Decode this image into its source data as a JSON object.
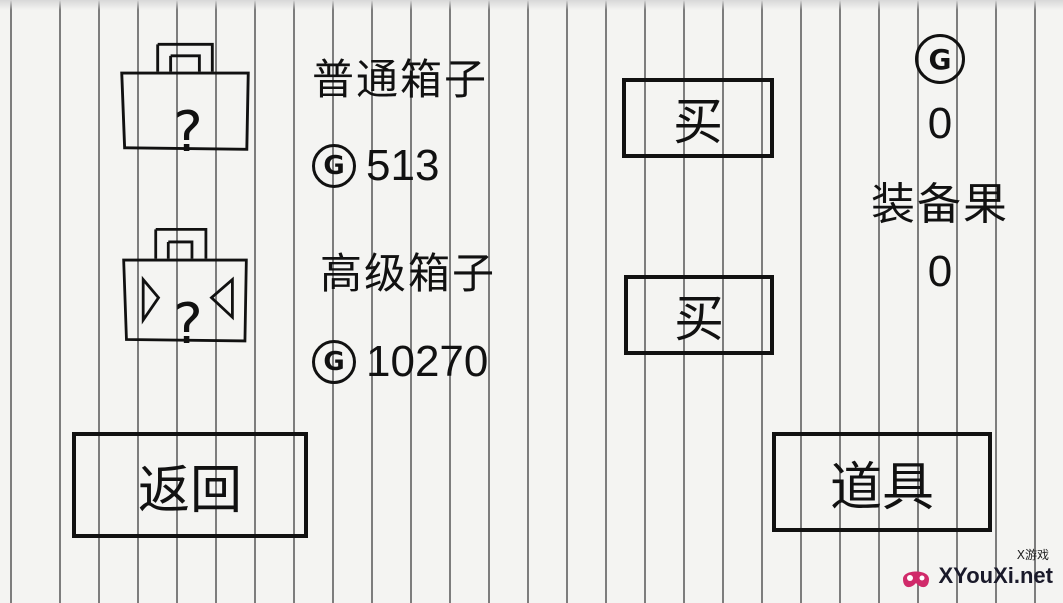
{
  "shop": {
    "normal_box": {
      "title": "普通箱子",
      "price": "513",
      "buy_label": "买",
      "icon_glyph": "?"
    },
    "premium_box": {
      "title": "高级箱子",
      "price": "10270",
      "buy_label": "买",
      "icon_glyph": "?"
    },
    "currency_symbol": "G"
  },
  "status": {
    "coins": "0",
    "equipment_label": "装备果",
    "equipment_count": "0"
  },
  "nav": {
    "back_label": "返回",
    "items_label": "道具"
  },
  "watermark": {
    "brand": "XYouXi.net",
    "tag": "X游戏"
  }
}
